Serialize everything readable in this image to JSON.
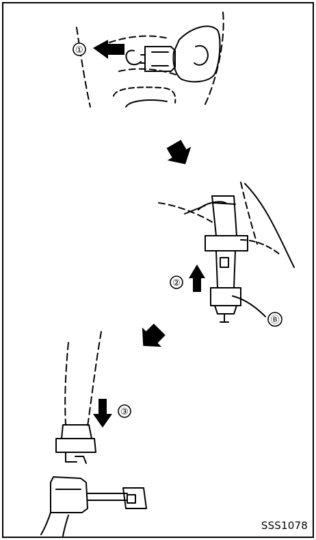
{
  "figure": {
    "code": "SSS1078",
    "step_labels": [
      "①",
      "②",
      "③"
    ],
    "part_label": "Ⓑ"
  },
  "icons": {
    "step1": "arrow-left-icon",
    "step2": "arrow-up-icon",
    "step3": "arrow-down-icon",
    "flow1": "arrow-down-flow-icon",
    "flow2": "arrow-down-left-flow-icon"
  },
  "colors": {
    "ink": "#000000",
    "paper": "#ffffff"
  }
}
